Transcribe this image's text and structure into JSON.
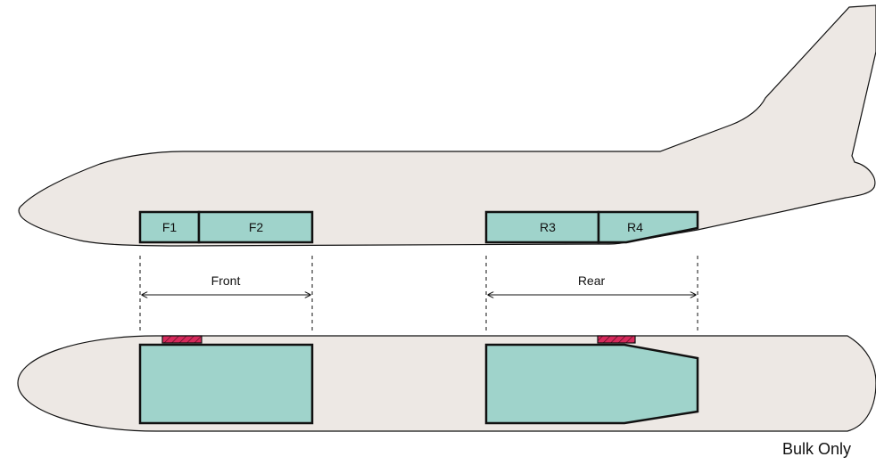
{
  "colors": {
    "fuselage_fill": "#ede8e4",
    "outline": "#111111",
    "cargo_fill": "#9fd3cb",
    "bulk_marker": "#d62a5c",
    "background": "#ffffff"
  },
  "side_view": {
    "bays": {
      "f1": "F1",
      "f2": "F2",
      "r3": "R3",
      "r4": "R4"
    }
  },
  "dimensions": {
    "front": "Front",
    "rear": "Rear"
  },
  "note": "Bulk Only"
}
